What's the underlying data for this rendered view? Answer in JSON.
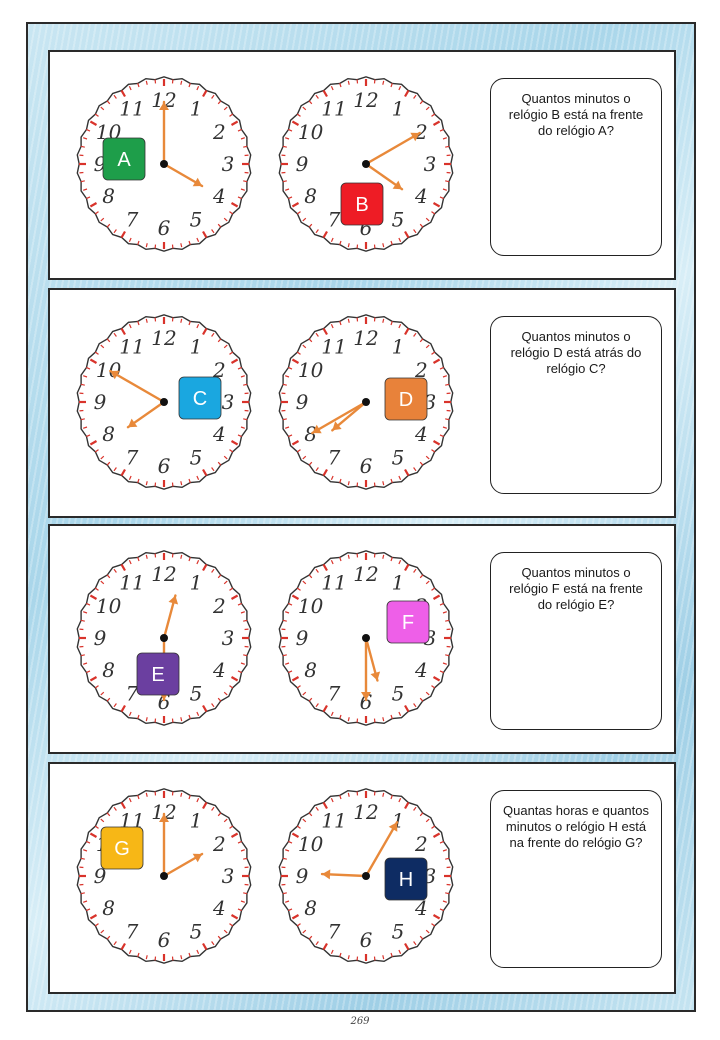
{
  "page_number": "269",
  "colors": {
    "hand": "#e8893a",
    "tick": "#d9332b"
  },
  "problems": [
    {
      "question": "Quantos minutos o relógio B está na frente do relógio A?",
      "clocks": [
        {
          "label": "A",
          "color": "#1e9e4a",
          "hour": 4,
          "minute": 0
        },
        {
          "label": "B",
          "color": "#ee1c25",
          "hour": 4,
          "minute": 10
        }
      ]
    },
    {
      "question": "Quantos minutos o relógio D está atrás do relógio C?",
      "clocks": [
        {
          "label": "C",
          "color": "#1aa7e0",
          "hour": 7,
          "minute": 50
        },
        {
          "label": "D",
          "color": "#e8823a",
          "hour": 7,
          "minute": 40
        }
      ]
    },
    {
      "question": "Quantos minutos o relógio F está na frente do relógio E?",
      "clocks": [
        {
          "label": "E",
          "color": "#6b3fa0",
          "hour": 12,
          "minute": 30
        },
        {
          "label": "F",
          "color": "#ee5fe8",
          "hour": 5,
          "minute": 30
        }
      ]
    },
    {
      "question": "Quantas horas e quantos minutos o relógio H está na frente do relógio G?",
      "clocks": [
        {
          "label": "G",
          "color": "#f7b716",
          "hour": 2,
          "minute": 0
        },
        {
          "label": "H",
          "color": "#0e2c63",
          "hour": 9,
          "minute": 5
        }
      ]
    }
  ]
}
